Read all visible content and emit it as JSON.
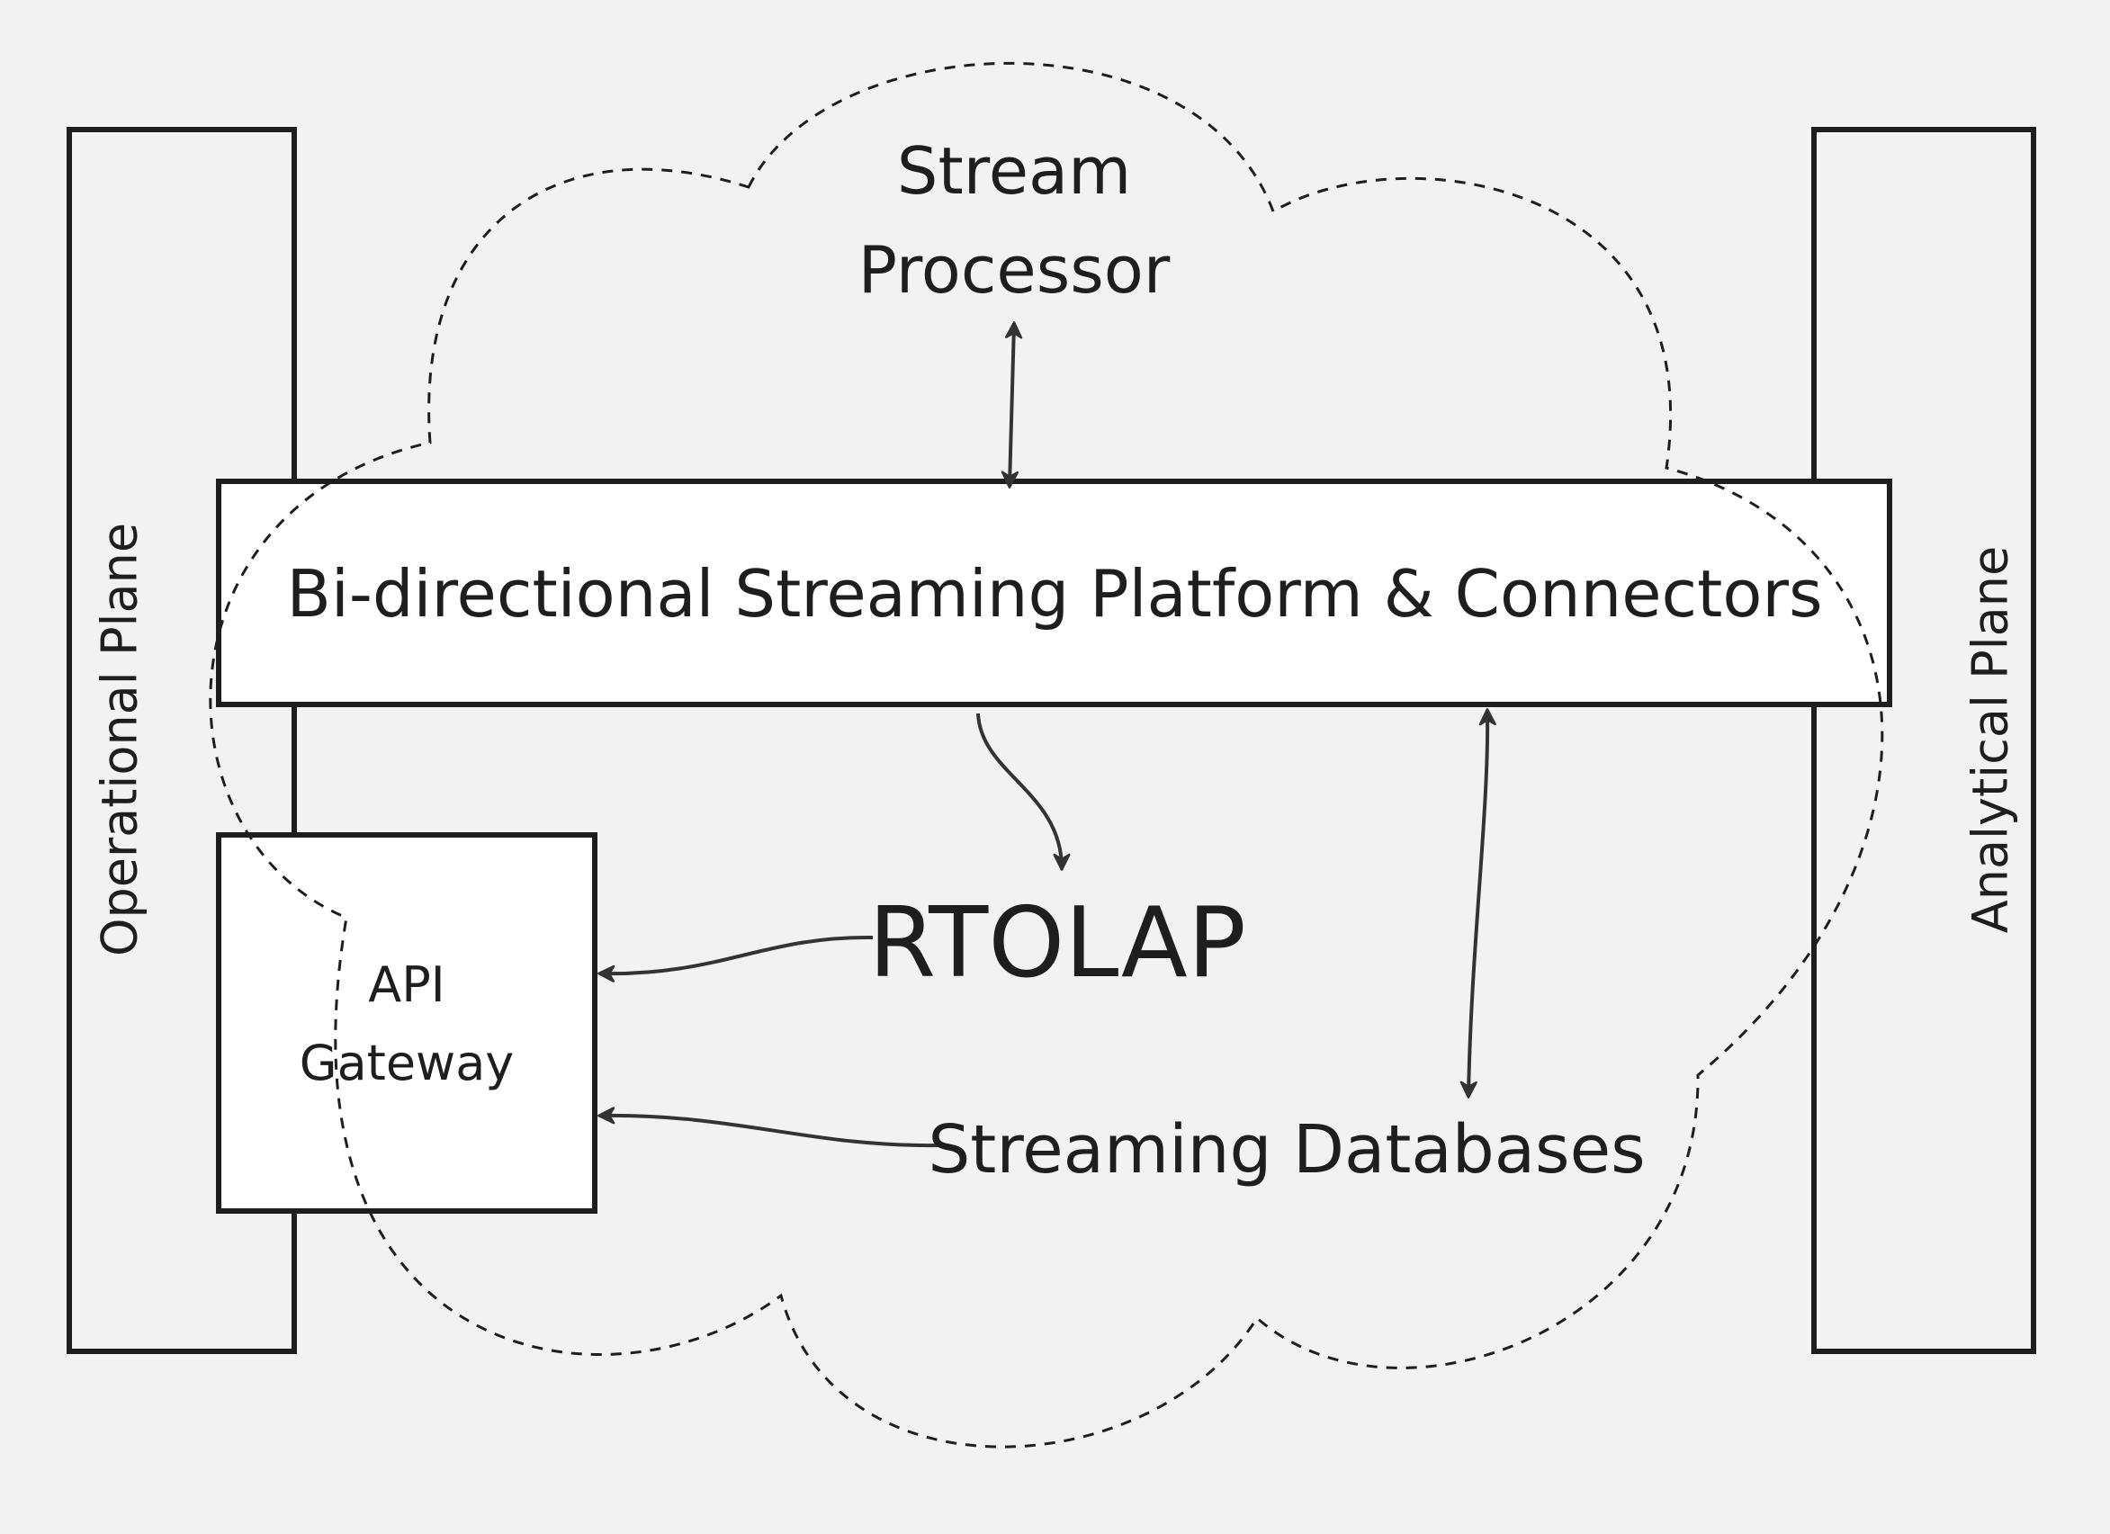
{
  "diagram": {
    "operational_plane": "Operational Plane",
    "analytical_plane": "Analytical Plane",
    "stream_processor": {
      "line1": "Stream",
      "line2": "Processor"
    },
    "platform": "Bi-directional Streaming Platform & Connectors",
    "rtolap": "RTOLAP",
    "streaming_databases": "Streaming Databases",
    "api_gateway": {
      "line1": "API",
      "line2": "Gateway"
    }
  },
  "colors": {
    "background": "#f2f2f2",
    "stroke": "#1e1e1e",
    "box_fill": "#ffffff",
    "arrow": "#333333"
  }
}
